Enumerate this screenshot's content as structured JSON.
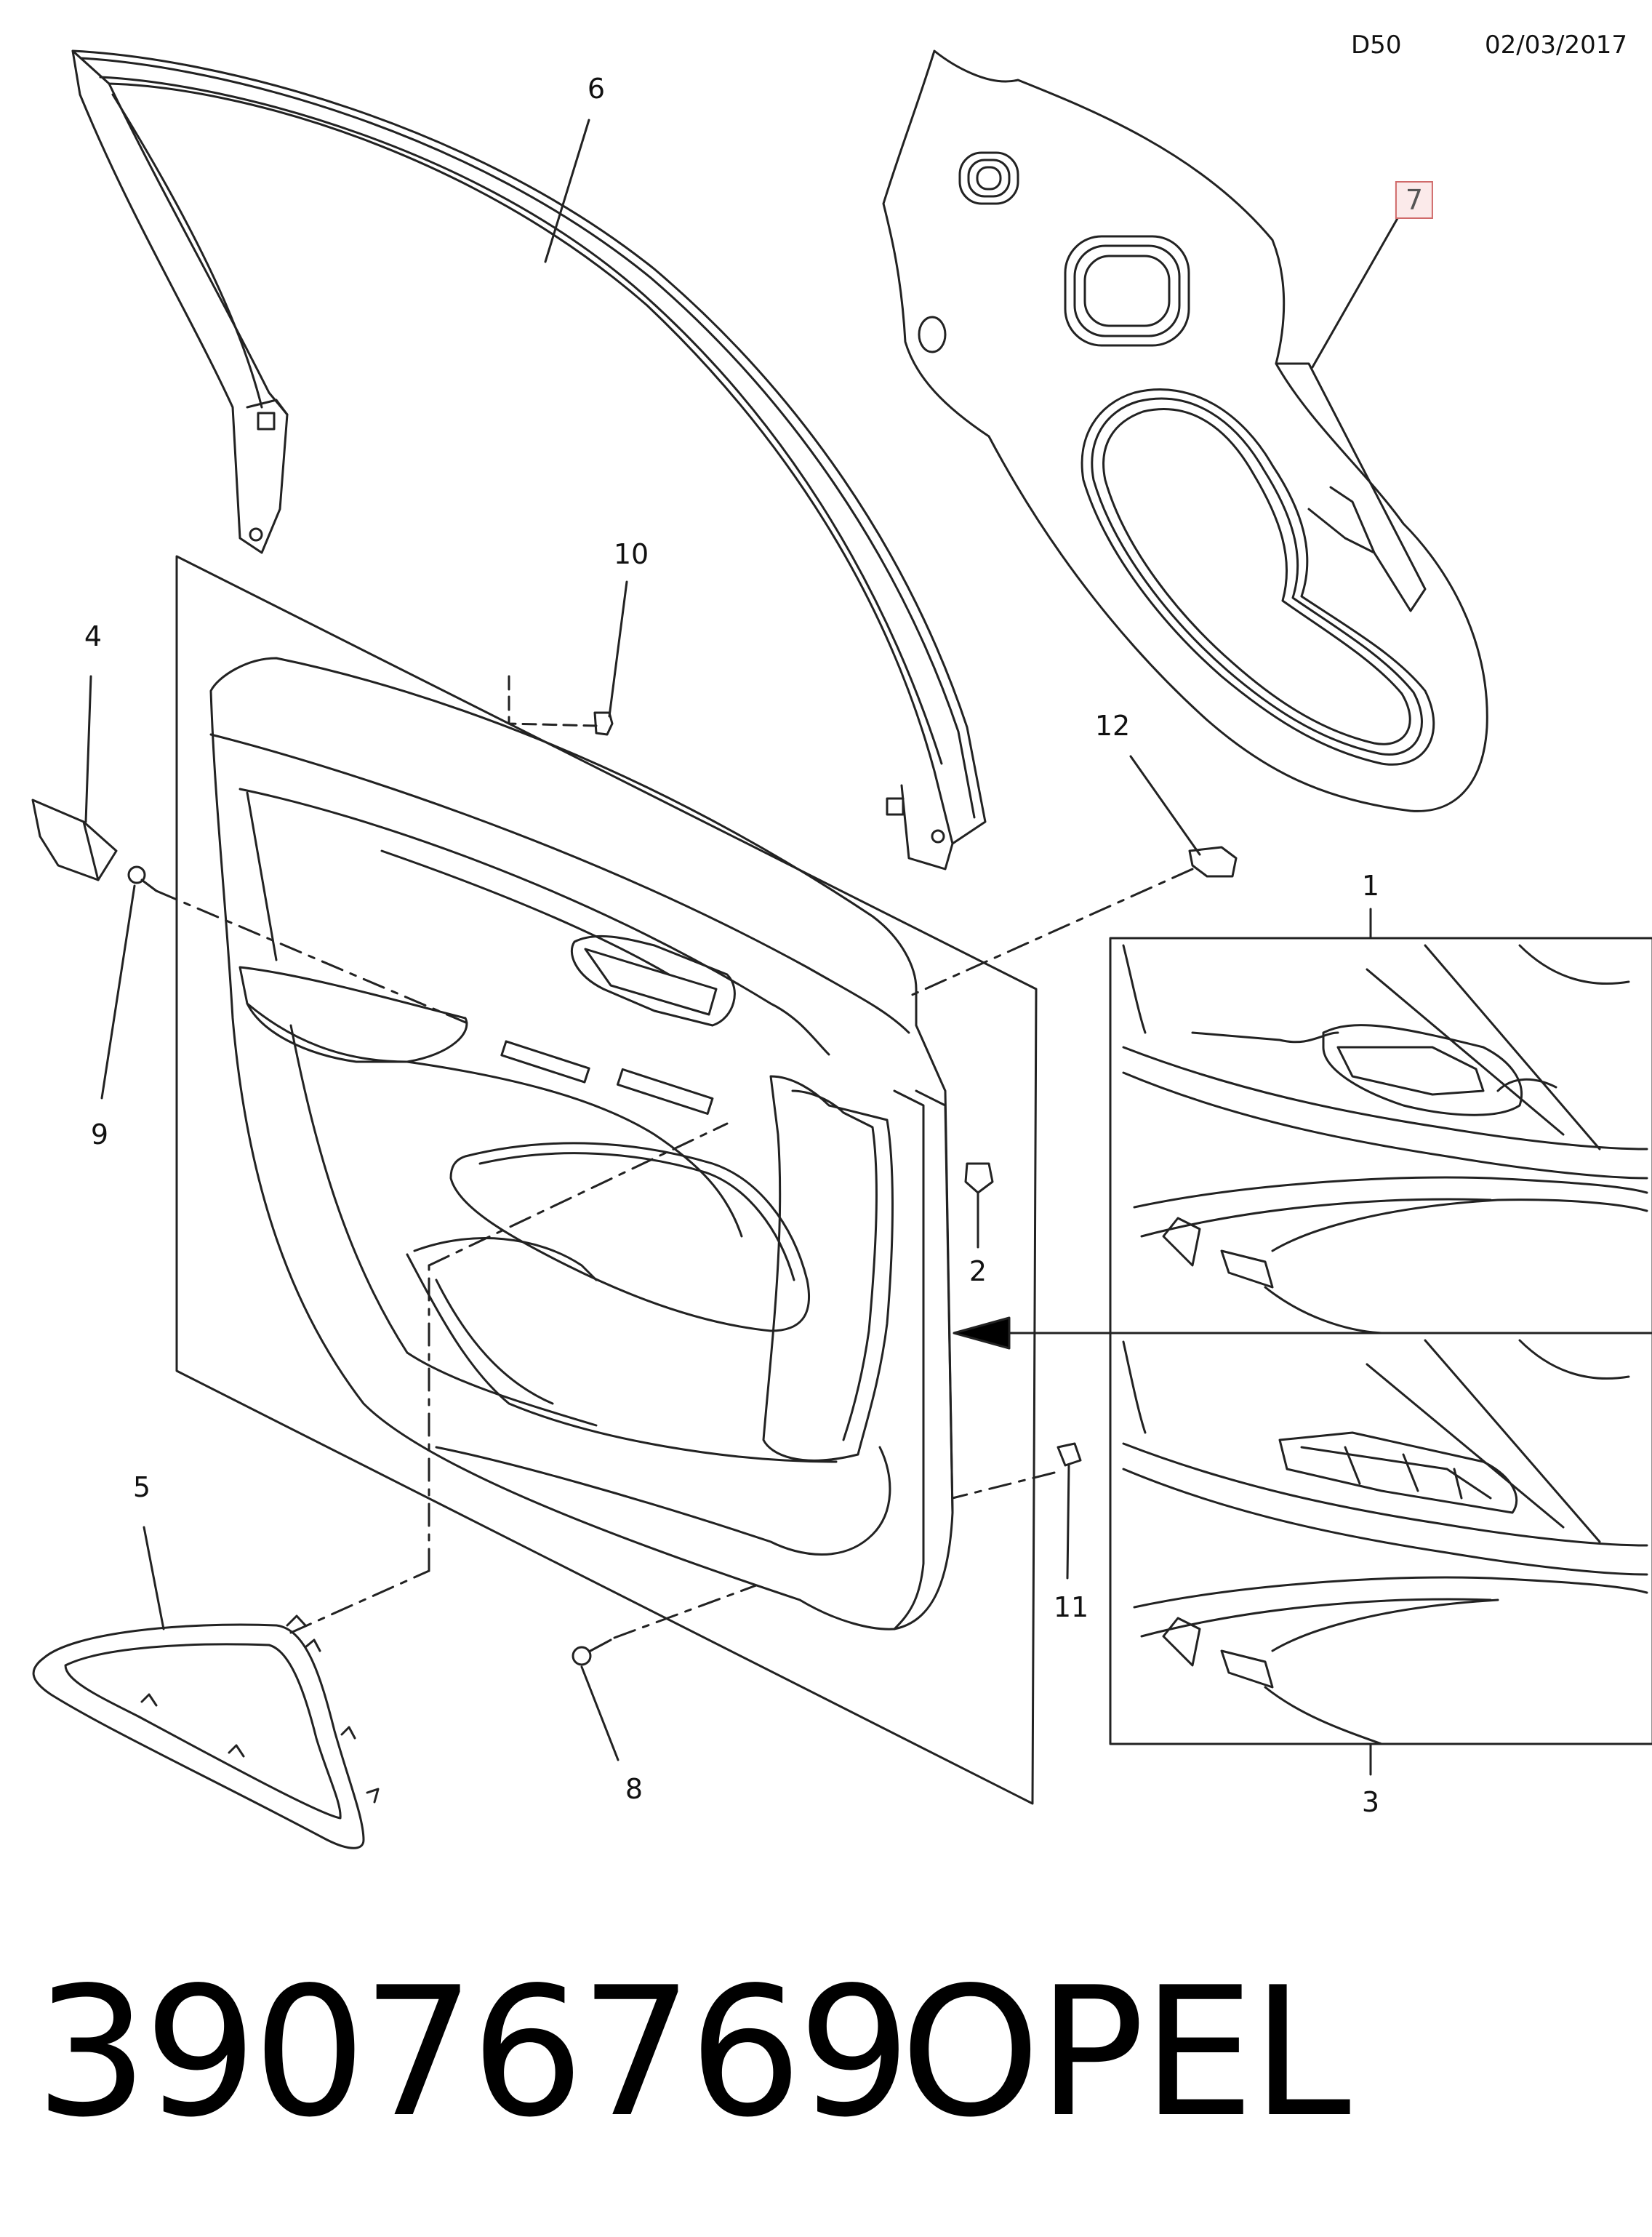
{
  "header": {
    "code": "D50",
    "date": "02/03/2017"
  },
  "callouts": {
    "c1": "1",
    "c2": "2",
    "c3": "3",
    "c4": "4",
    "c5": "5",
    "c6": "6",
    "c7": "7",
    "c8": "8",
    "c9": "9",
    "c10": "10",
    "c11": "11",
    "c12": "12"
  },
  "footer": {
    "part_number": "39076769",
    "brand": "OPEL"
  },
  "colors": {
    "line": "#222222",
    "highlight_border": "#d06a6a",
    "highlight_fill": "#fbeaea"
  }
}
